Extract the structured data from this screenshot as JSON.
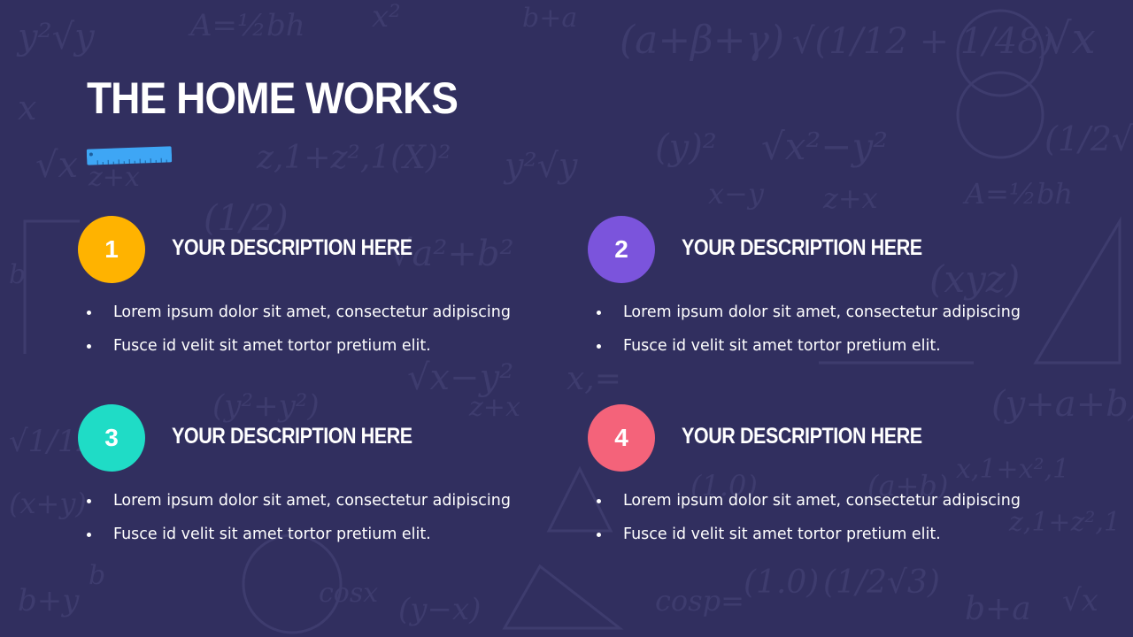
{
  "slide": {
    "title": "THE HOME WORKS"
  },
  "colors": {
    "background": "#312f5f",
    "ruler": "#3ea6f5",
    "item1": "#ffb300",
    "item2": "#7b54dc",
    "item3": "#1fdcc6",
    "item4": "#f4637a"
  },
  "items": [
    {
      "number": "1",
      "heading": "YOUR DESCRIPTION HERE",
      "bullets": [
        "Lorem ipsum dolor sit amet, consectetur adipiscing",
        "Fusce id velit sit amet tortor pretium elit."
      ]
    },
    {
      "number": "2",
      "heading": "YOUR DESCRIPTION HERE",
      "bullets": [
        "Lorem ipsum dolor sit amet, consectetur adipiscing",
        "Fusce id velit sit amet tortor pretium elit."
      ]
    },
    {
      "number": "3",
      "heading": "YOUR DESCRIPTION HERE",
      "bullets": [
        "Lorem ipsum dolor sit amet, consectetur adipiscing",
        "Fusce id velit sit amet tortor pretium elit."
      ]
    },
    {
      "number": "4",
      "heading": "YOUR DESCRIPTION HERE",
      "bullets": [
        "Lorem ipsum dolor sit amet, consectetur adipiscing",
        "Fusce id velit sit amet tortor pretium elit."
      ]
    }
  ]
}
